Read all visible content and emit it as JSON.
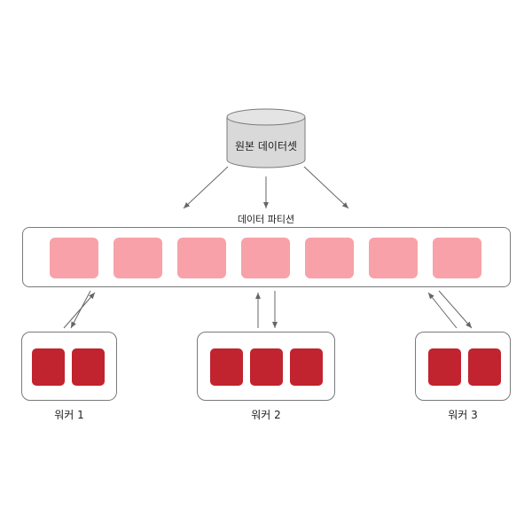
{
  "dataset": {
    "label": "원본 데이터셋"
  },
  "partitions": {
    "title": "데이터 파티션",
    "count": 7
  },
  "workers": [
    {
      "label": "워커 1",
      "tasks": 2
    },
    {
      "label": "워커 2",
      "tasks": 3
    },
    {
      "label": "워커 3",
      "tasks": 2
    }
  ],
  "colors": {
    "partition": "#f8a1a8",
    "task": "#c1232f",
    "border": "#7a7a7a",
    "dataset_fill": "#d9d9d9",
    "arrow": "#666666"
  }
}
